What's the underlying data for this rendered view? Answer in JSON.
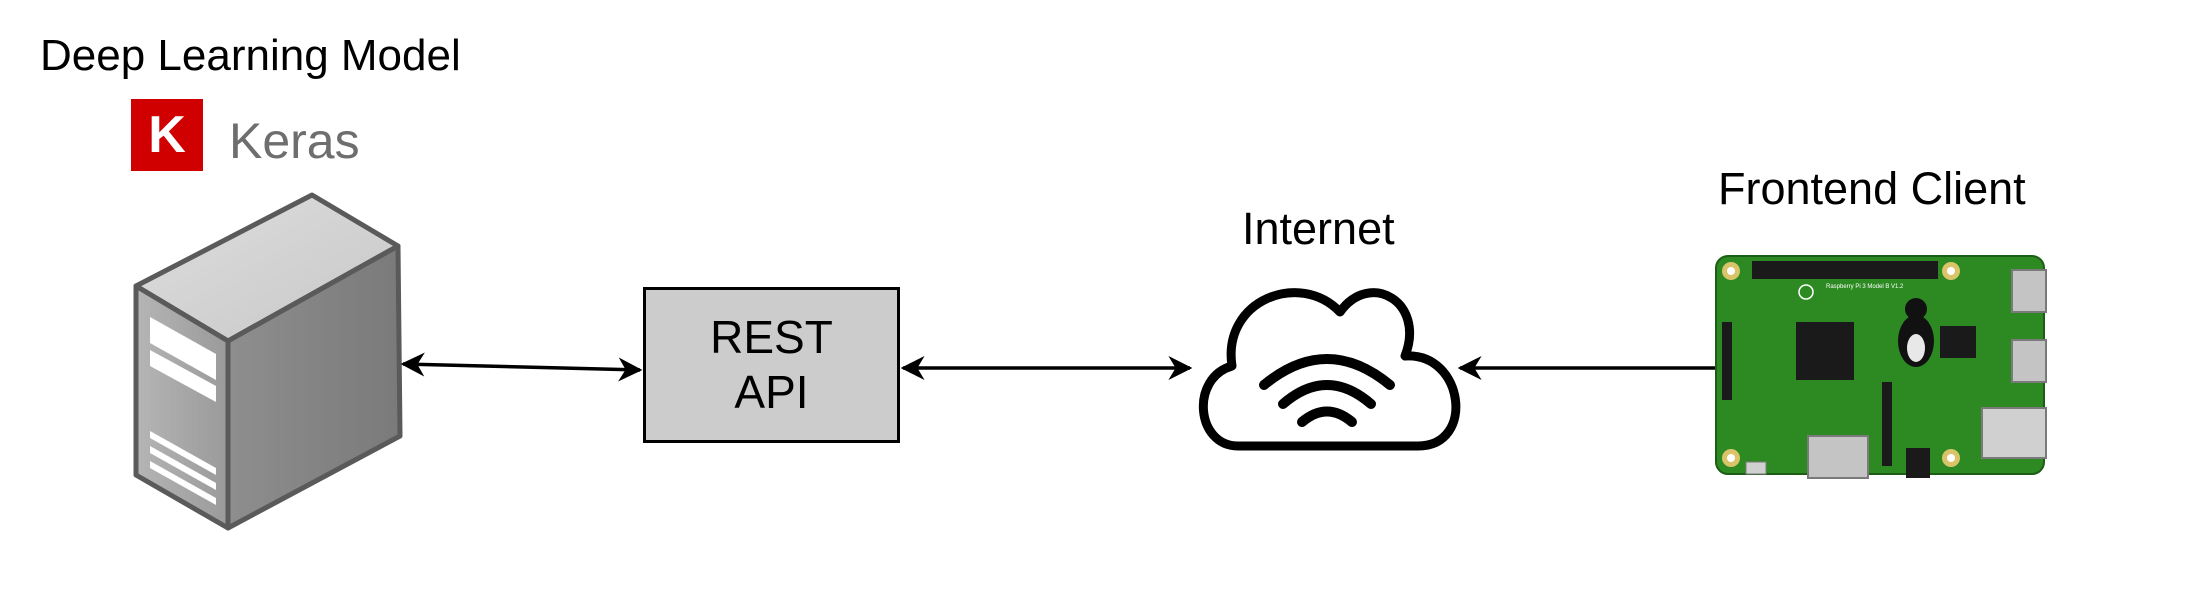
{
  "model": {
    "title": "Deep Learning Model",
    "framework_label": "Keras",
    "framework_logo_letter": "K",
    "framework_logo_color": "#d00000",
    "server_icon": "server-tower-icon"
  },
  "rest_api": {
    "line1": "REST",
    "line2": "API"
  },
  "internet": {
    "label": "Internet",
    "icon": "cloud-wifi-icon"
  },
  "client": {
    "label": "Frontend Client",
    "icon": "raspberry-pi-board-icon",
    "board_text": "Raspberry Pi 3 Model B V1.2"
  },
  "connections": [
    {
      "from": "server",
      "to": "rest-api",
      "direction": "both"
    },
    {
      "from": "rest-api",
      "to": "internet",
      "direction": "both"
    },
    {
      "from": "client",
      "to": "internet",
      "direction": "to-internet"
    }
  ]
}
